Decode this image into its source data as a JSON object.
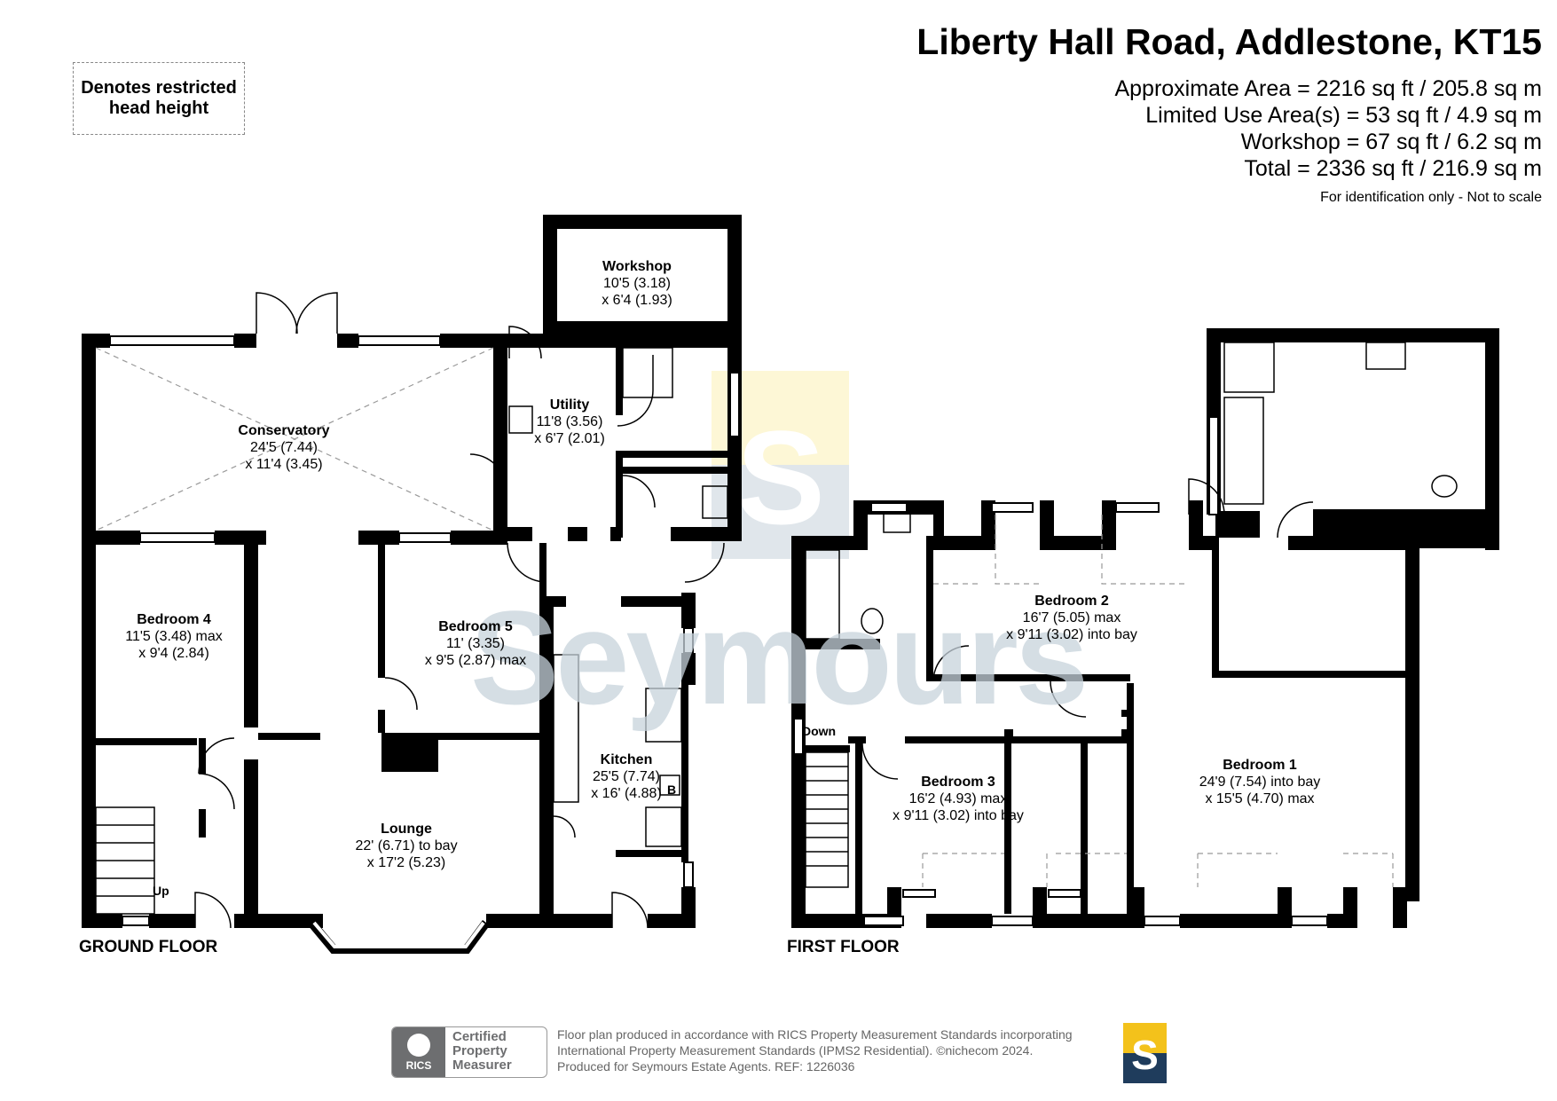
{
  "header": {
    "title": "Liberty Hall Road, Addlestone, KT15",
    "area_lines": [
      "Approximate Area = 2216 sq ft / 205.8 sq m",
      "Limited Use Area(s) = 53 sq ft / 4.9 sq m",
      "Workshop = 67 sq ft / 6.2 sq m",
      "Total = 2336 sq ft / 216.9 sq m"
    ],
    "identification": "For identification only - Not to scale"
  },
  "legend": {
    "line1": "Denotes restricted",
    "line2": "head height"
  },
  "watermark": "Seymours",
  "ground_floor": {
    "label": "GROUND FLOOR",
    "up_label": "Up",
    "rooms": [
      {
        "name": "Workshop",
        "dim1": "10'5 (3.18)",
        "dim2": "x 6'4 (1.93)"
      },
      {
        "name": "Utility",
        "dim1": "11'8 (3.56)",
        "dim2": "x 6'7 (2.01)"
      },
      {
        "name": "Conservatory",
        "dim1": "24'5 (7.44)",
        "dim2": "x 11'4 (3.45)"
      },
      {
        "name": "Bedroom 4",
        "dim1": "11'5 (3.48) max",
        "dim2": "x 9'4 (2.84)"
      },
      {
        "name": "Bedroom 5",
        "dim1": "11' (3.35)",
        "dim2": "x 9'5 (2.87) max"
      },
      {
        "name": "Kitchen",
        "dim1": "25'5 (7.74)",
        "dim2": "x 16' (4.88)"
      },
      {
        "name": "Lounge",
        "dim1": "22' (6.71) to bay",
        "dim2": "x 17'2 (5.23)"
      }
    ],
    "boiler_label": "B"
  },
  "first_floor": {
    "label": "FIRST FLOOR",
    "down_label": "Down",
    "rooms": [
      {
        "name": "Bedroom 2",
        "dim1": "16'7 (5.05)  max",
        "dim2": "x 9'11 (3.02) into bay"
      },
      {
        "name": "Bedroom 3",
        "dim1": "16'2 (4.93) max",
        "dim2": "x 9'11 (3.02) into bay"
      },
      {
        "name": "Bedroom 1",
        "dim1": "24'9 (7.54) into bay",
        "dim2": "x 15'5 (4.70) max"
      }
    ]
  },
  "footer": {
    "note_line1": "Floor plan produced in accordance with RICS Property Measurement Standards incorporating",
    "note_line2": "International Property Measurement Standards (IPMS2 Residential).   ©nichecom 2024.",
    "note_line3": "Produced for Seymours Estate Agents.    REF: 1226036",
    "rics_badge": "RICS",
    "rics_line1": "Certified",
    "rics_line2": "Property",
    "rics_line3": "Measurer",
    "logo_letter": "S"
  },
  "colors": {
    "wall": "#000000",
    "logo_navy": "#1f3c5c",
    "logo_gold": "#f3c21b",
    "watermark": "#c7d3dc"
  }
}
